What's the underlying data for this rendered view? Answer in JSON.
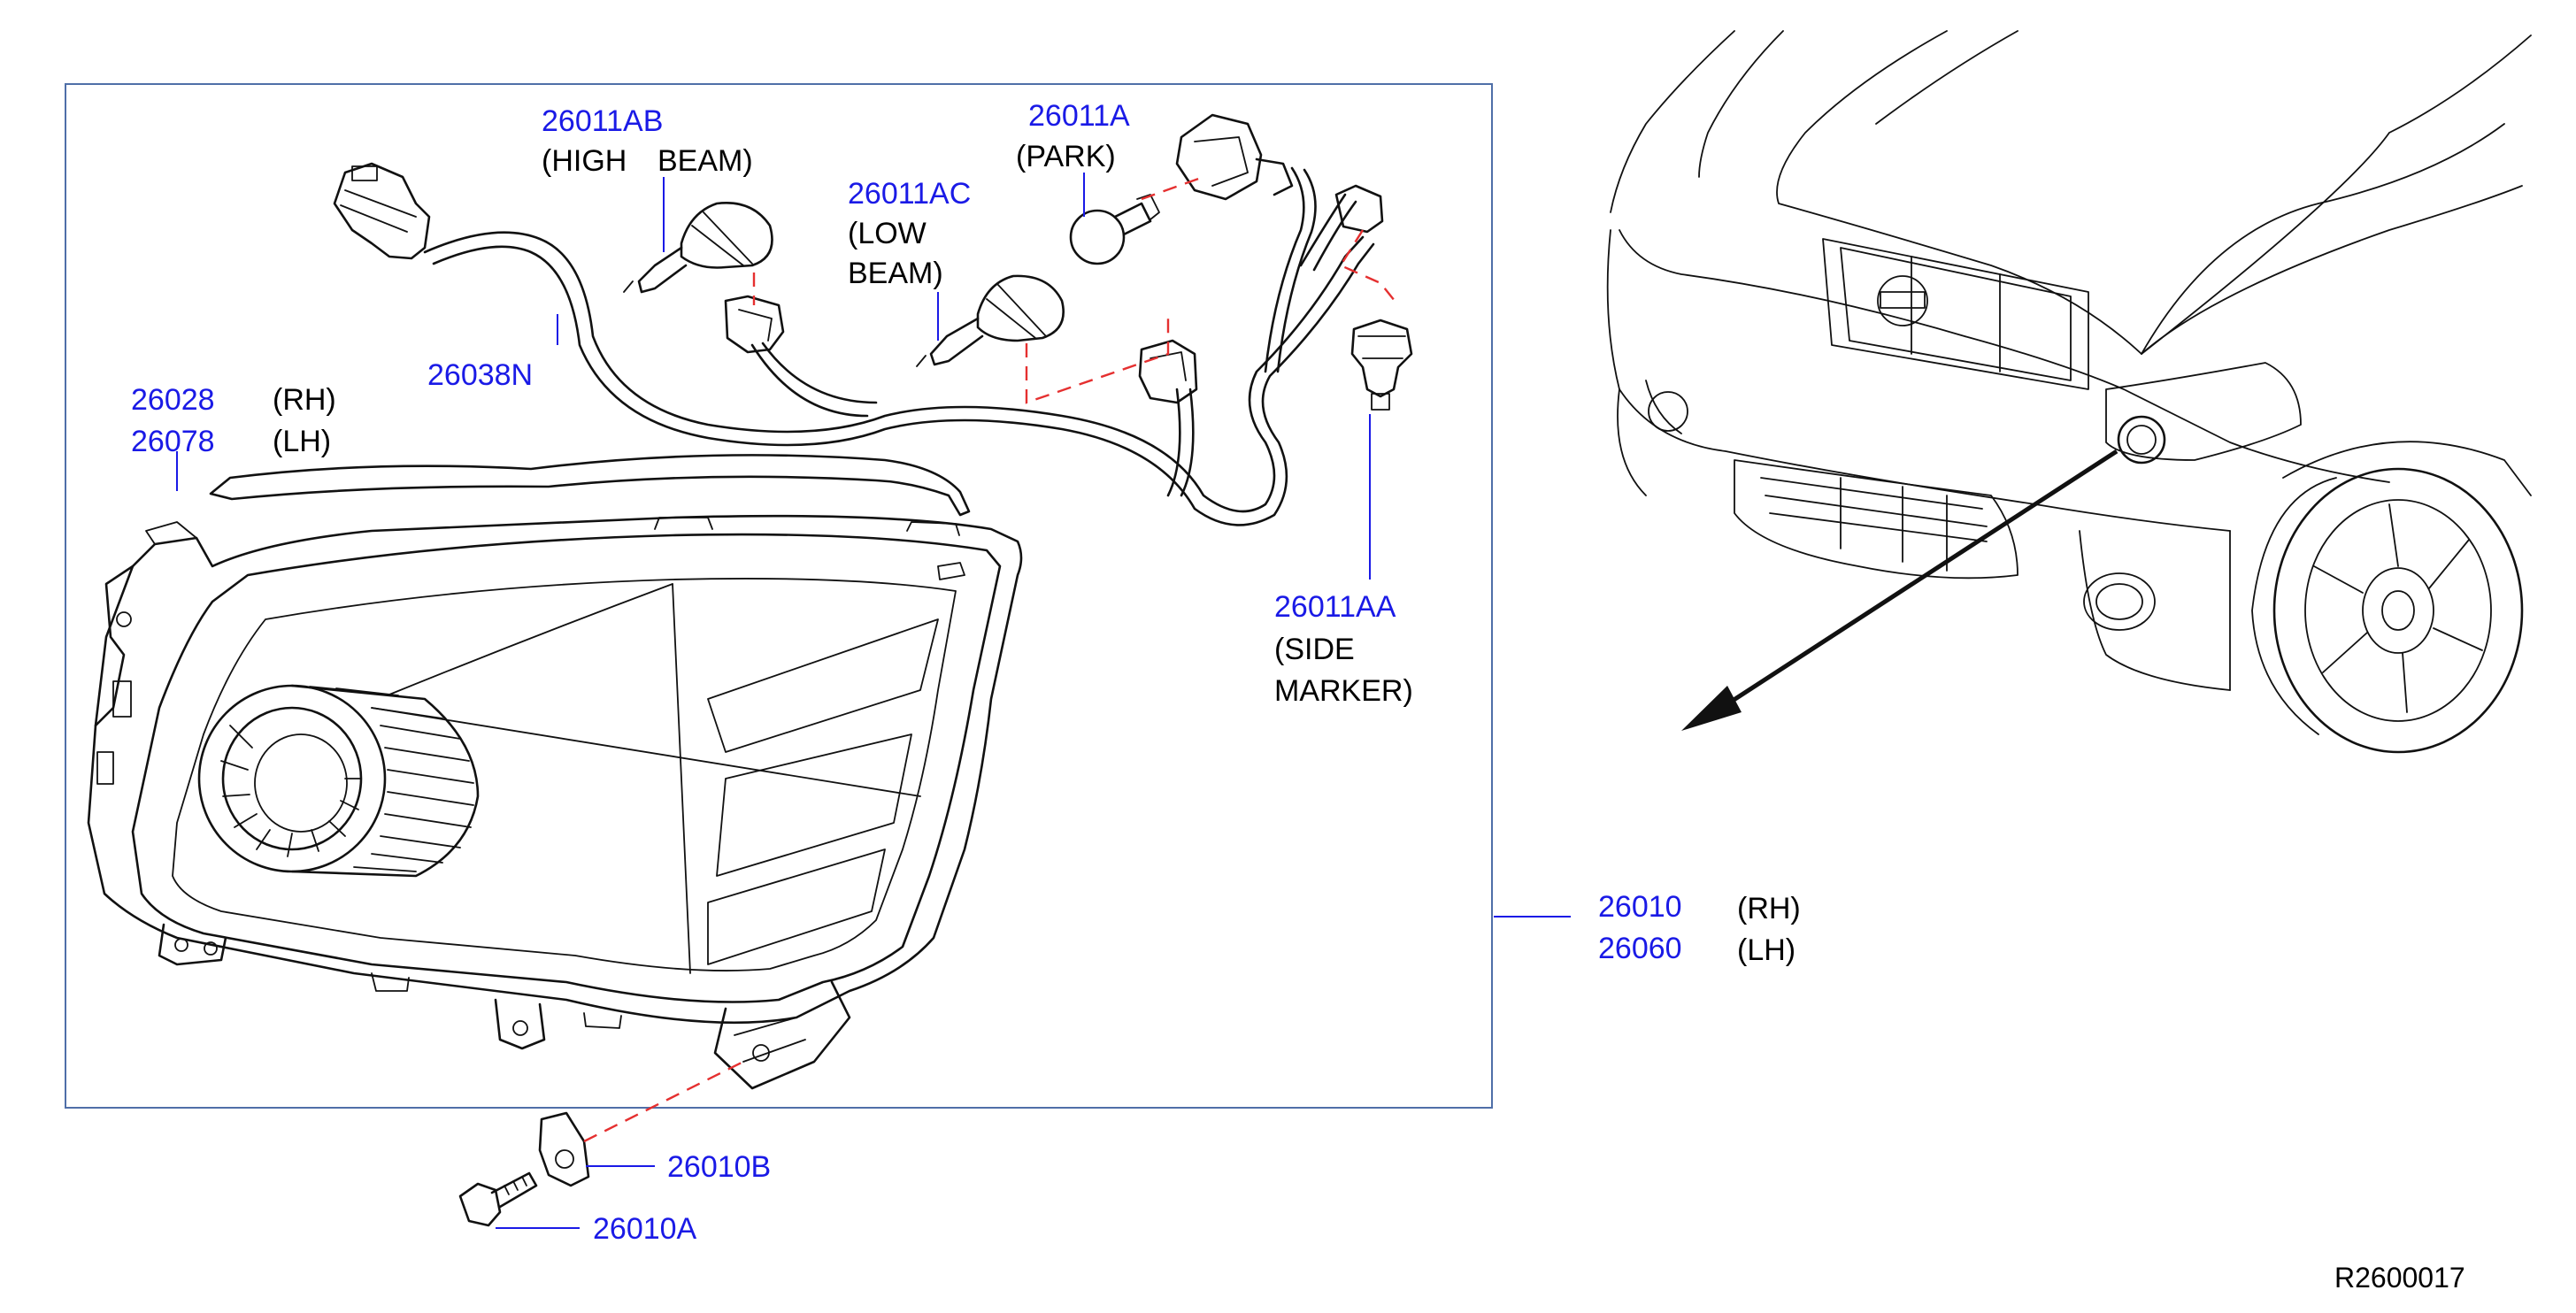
{
  "diagram_id": "R2600017",
  "colors": {
    "part_number": "#1a1ae6",
    "label": "#000000",
    "frame": "#4f6fa8",
    "dashed_link": "#e53030"
  },
  "parts": {
    "high_beam": {
      "number": "26011AB",
      "desc_1": "(HIGH",
      "desc_2": "BEAM)"
    },
    "park": {
      "number": "26011A",
      "desc_1": "(PARK)"
    },
    "low_beam": {
      "number": "26011AC",
      "desc_1": "(LOW",
      "desc_2": "BEAM)"
    },
    "harness": {
      "number": "26038N"
    },
    "housing_rh": {
      "number": "26028",
      "side": "(RH)"
    },
    "housing_lh": {
      "number": "26078",
      "side": "(LH)"
    },
    "side_marker": {
      "number": "26011AA",
      "desc_1": "(SIDE",
      "desc_2": "MARKER)"
    },
    "assy_rh": {
      "number": "26010",
      "side": "(RH)"
    },
    "assy_lh": {
      "number": "26060",
      "side": "(LH)"
    },
    "nut": {
      "number": "26010B"
    },
    "bolt": {
      "number": "26010A"
    }
  },
  "icons": [
    "headlamp-assembly-illustration",
    "bulb-icon",
    "connector-icon",
    "bolt-icon",
    "clip-nut-icon",
    "truck-front-illustration",
    "location-arrow"
  ]
}
